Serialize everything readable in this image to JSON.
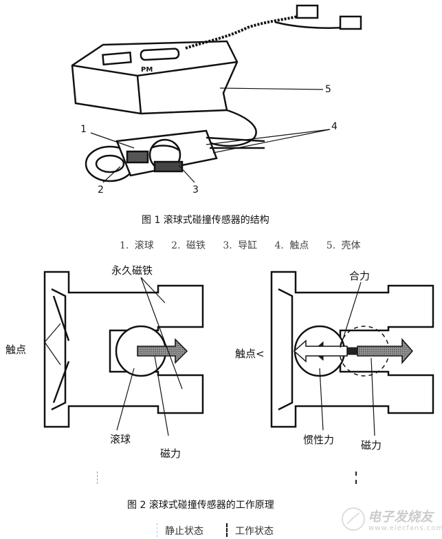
{
  "figure1": {
    "part_numbers": [
      "1",
      "2",
      "3",
      "4",
      "5"
    ],
    "caption": "图 1    滚球式碰撞传感器的结构",
    "legend": [
      "1. 滚球",
      "2. 磁铁",
      "3. 导缸",
      "4. 触点",
      "5. 壳体"
    ]
  },
  "figure2": {
    "left_labels": {
      "magnet": "永久磁铁",
      "contact": "触点",
      "ball": "滚球",
      "magnetic_force": "磁力"
    },
    "right_labels": {
      "resultant": "合力",
      "contact": "触点<",
      "inertia": "惯性力",
      "magnetic_force": "磁力"
    },
    "caption": "图 2        滚球式碰撞传感器的工作原理",
    "state_static": "静止状态",
    "state_working": "工作状态"
  },
  "watermark": {
    "brand": "电子发烧友",
    "url": "www.elecfans.com"
  }
}
